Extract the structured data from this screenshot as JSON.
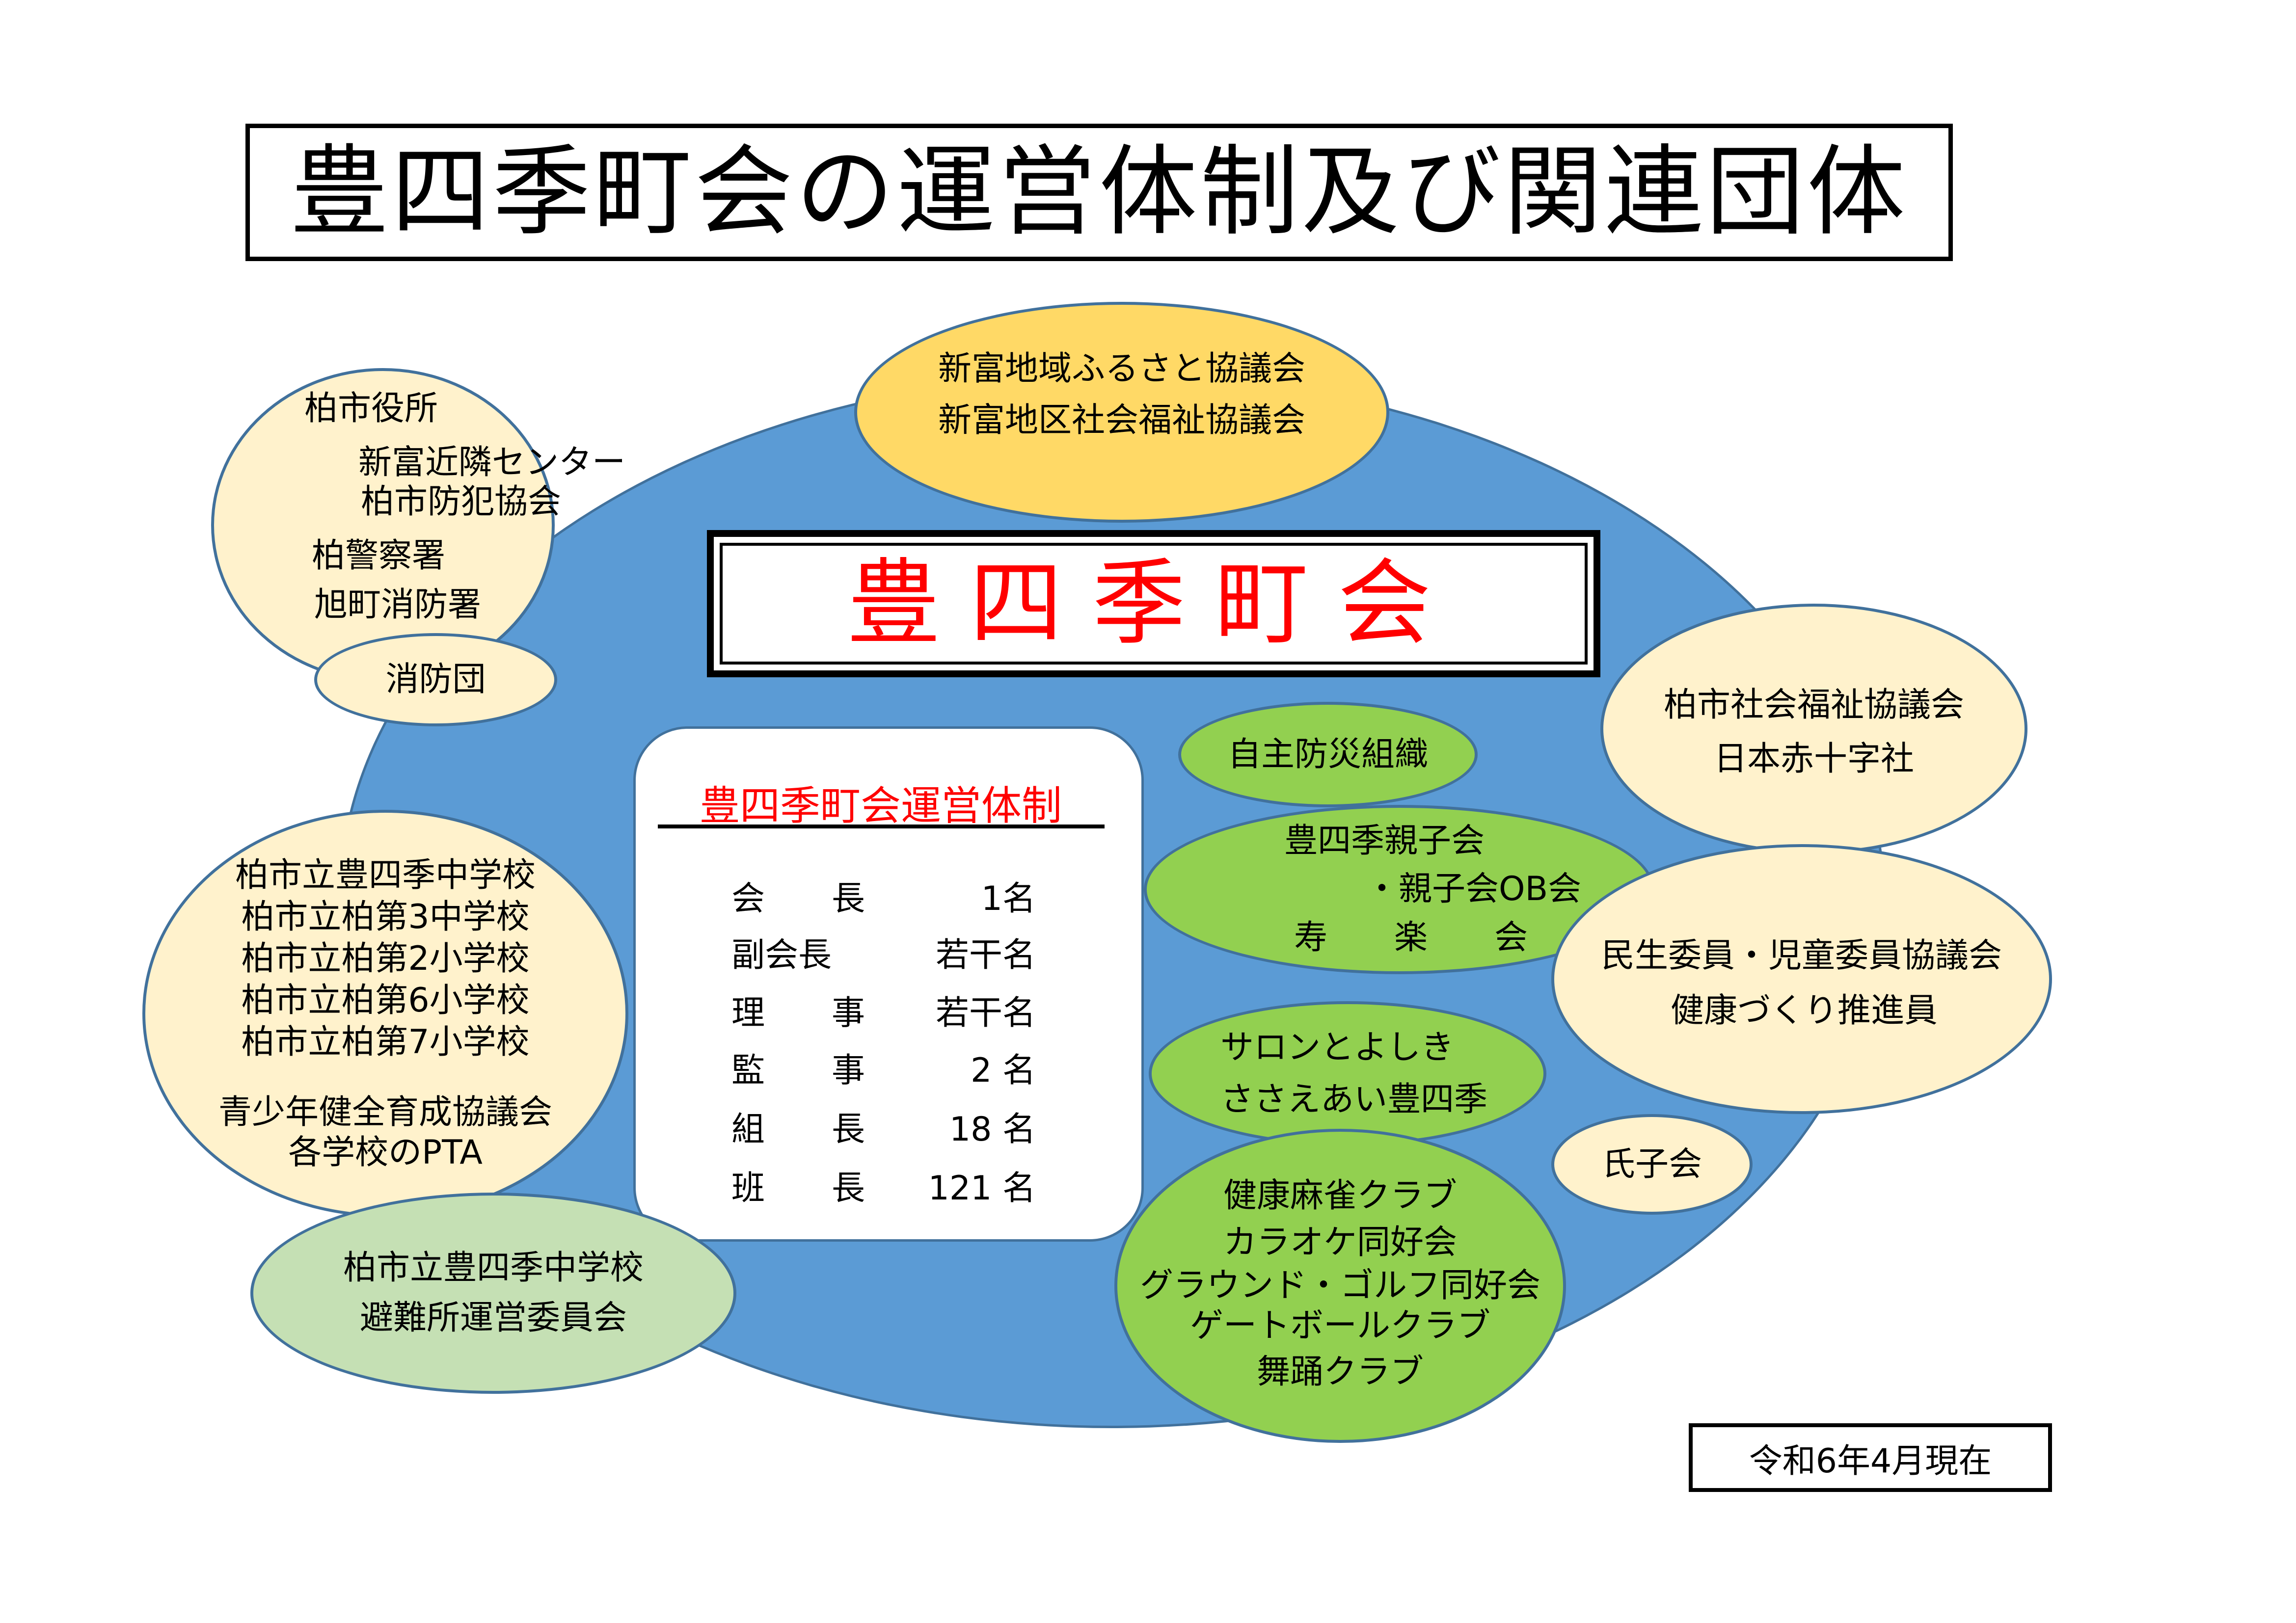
{
  "title": "豊四季町会の運営体制及び関連団体",
  "central_org": "豊四季町会",
  "management": {
    "heading": "豊四季町会運営体制",
    "roles": [
      {
        "role": "会　　長",
        "count": "1名"
      },
      {
        "role": "副会長",
        "count": "若干名"
      },
      {
        "role": "理　　事",
        "count": "若干名"
      },
      {
        "role": "監　　事",
        "count": "2 名"
      },
      {
        "role": "組　　長",
        "count": "18 名"
      },
      {
        "role": "班　　長",
        "count": "121 名"
      }
    ]
  },
  "bubbles": {
    "regional_councils": [
      "新富地域ふるさと協議会",
      "新富地区社会福祉協議会"
    ],
    "city_offices": [
      "柏市役所",
      "新富近隣センター",
      "柏市防犯協会",
      "柏警察署",
      "旭町消防署"
    ],
    "fire_brigade": [
      "消防団"
    ],
    "social_welfare": [
      "柏市社会福祉協議会",
      "日本赤十字社"
    ],
    "welfare_commissioners": [
      "民生委員・児童委員協議会",
      "健康づくり推進員"
    ],
    "shrine_parish": [
      "氏子会"
    ],
    "disaster_prevention": [
      "自主防災組織"
    ],
    "parent_child": [
      "豊四季親子会",
      "・親子会OB会",
      "寿　　楽　　会"
    ],
    "salon": [
      "サロンとよしき",
      "ささえあい豊四季"
    ],
    "clubs": [
      "健康麻雀クラブ",
      "カラオケ同好会",
      "グラウンド・ゴルフ同好会",
      "ゲートボールクラブ",
      "舞踊クラブ"
    ],
    "schools": [
      "柏市立豊四季中学校",
      "柏市立柏第3中学校",
      "柏市立柏第2小学校",
      "柏市立柏第6小学校",
      "柏市立柏第7小学校",
      "",
      "青少年健全育成協議会",
      "各学校のPTA"
    ],
    "evacuation": [
      "柏市立豊四季中学校",
      "避難所運営委員会"
    ]
  },
  "as_of": "令和6年4月現在",
  "colors": {
    "blue": "#5B9BD5",
    "yellow": "#FFD966",
    "cream": "#FFF2CC",
    "green": "#92D050",
    "pale_green": "#C5E0B4",
    "red": "#FF0000"
  }
}
